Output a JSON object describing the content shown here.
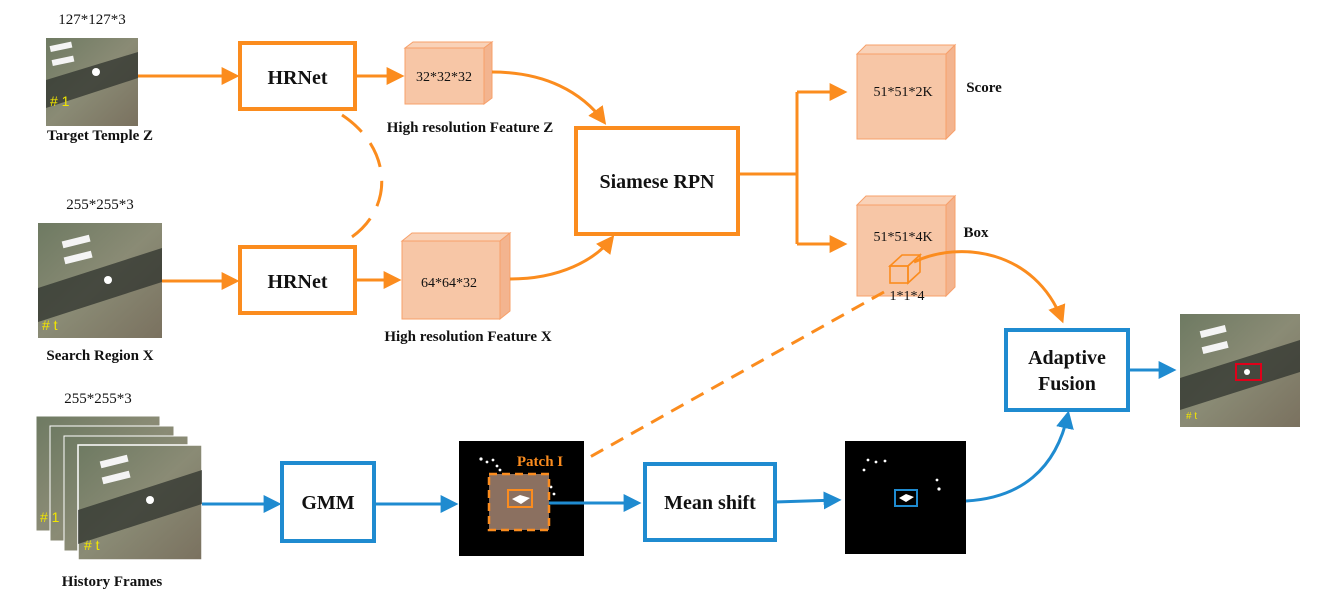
{
  "colors": {
    "orange": "#fb8c1e",
    "blue": "#1f8bd0",
    "feature_fill": "#f7c6a6",
    "feature_side": "#f3b48f",
    "feature_edge": "#f7a06a",
    "frame_id": "#f2e600",
    "red_box": "#e0001a"
  },
  "inputs": {
    "template": {
      "size": "127*127*3",
      "caption": "Target Temple Z",
      "frame_id": "# 1"
    },
    "search": {
      "size": "255*255*3",
      "caption": "Search Region X",
      "frame_id": "# t"
    },
    "history": {
      "size": "255*255*3",
      "caption": "History Frames",
      "frame_id_first": "# 1",
      "frame_id_last": "# t"
    }
  },
  "blocks": {
    "hrnet_top": "HRNet",
    "hrnet_bottom": "HRNet",
    "siamese": "Siamese RPN",
    "gmm": "GMM",
    "meanshift": "Mean shift",
    "fusion_line1": "Adaptive",
    "fusion_line2": "Fusion"
  },
  "features": {
    "z": {
      "dims": "32*32*32",
      "caption": "High resolution Feature Z"
    },
    "x": {
      "dims": "64*64*32",
      "caption": "High resolution Feature X"
    },
    "score": {
      "dims": "51*51*2K",
      "caption": "Score"
    },
    "box": {
      "dims": "51*51*4K",
      "caption": "Box",
      "sub": "1*1*4"
    }
  },
  "patch_label": "Patch I",
  "output": {
    "frame_id": "# t"
  }
}
